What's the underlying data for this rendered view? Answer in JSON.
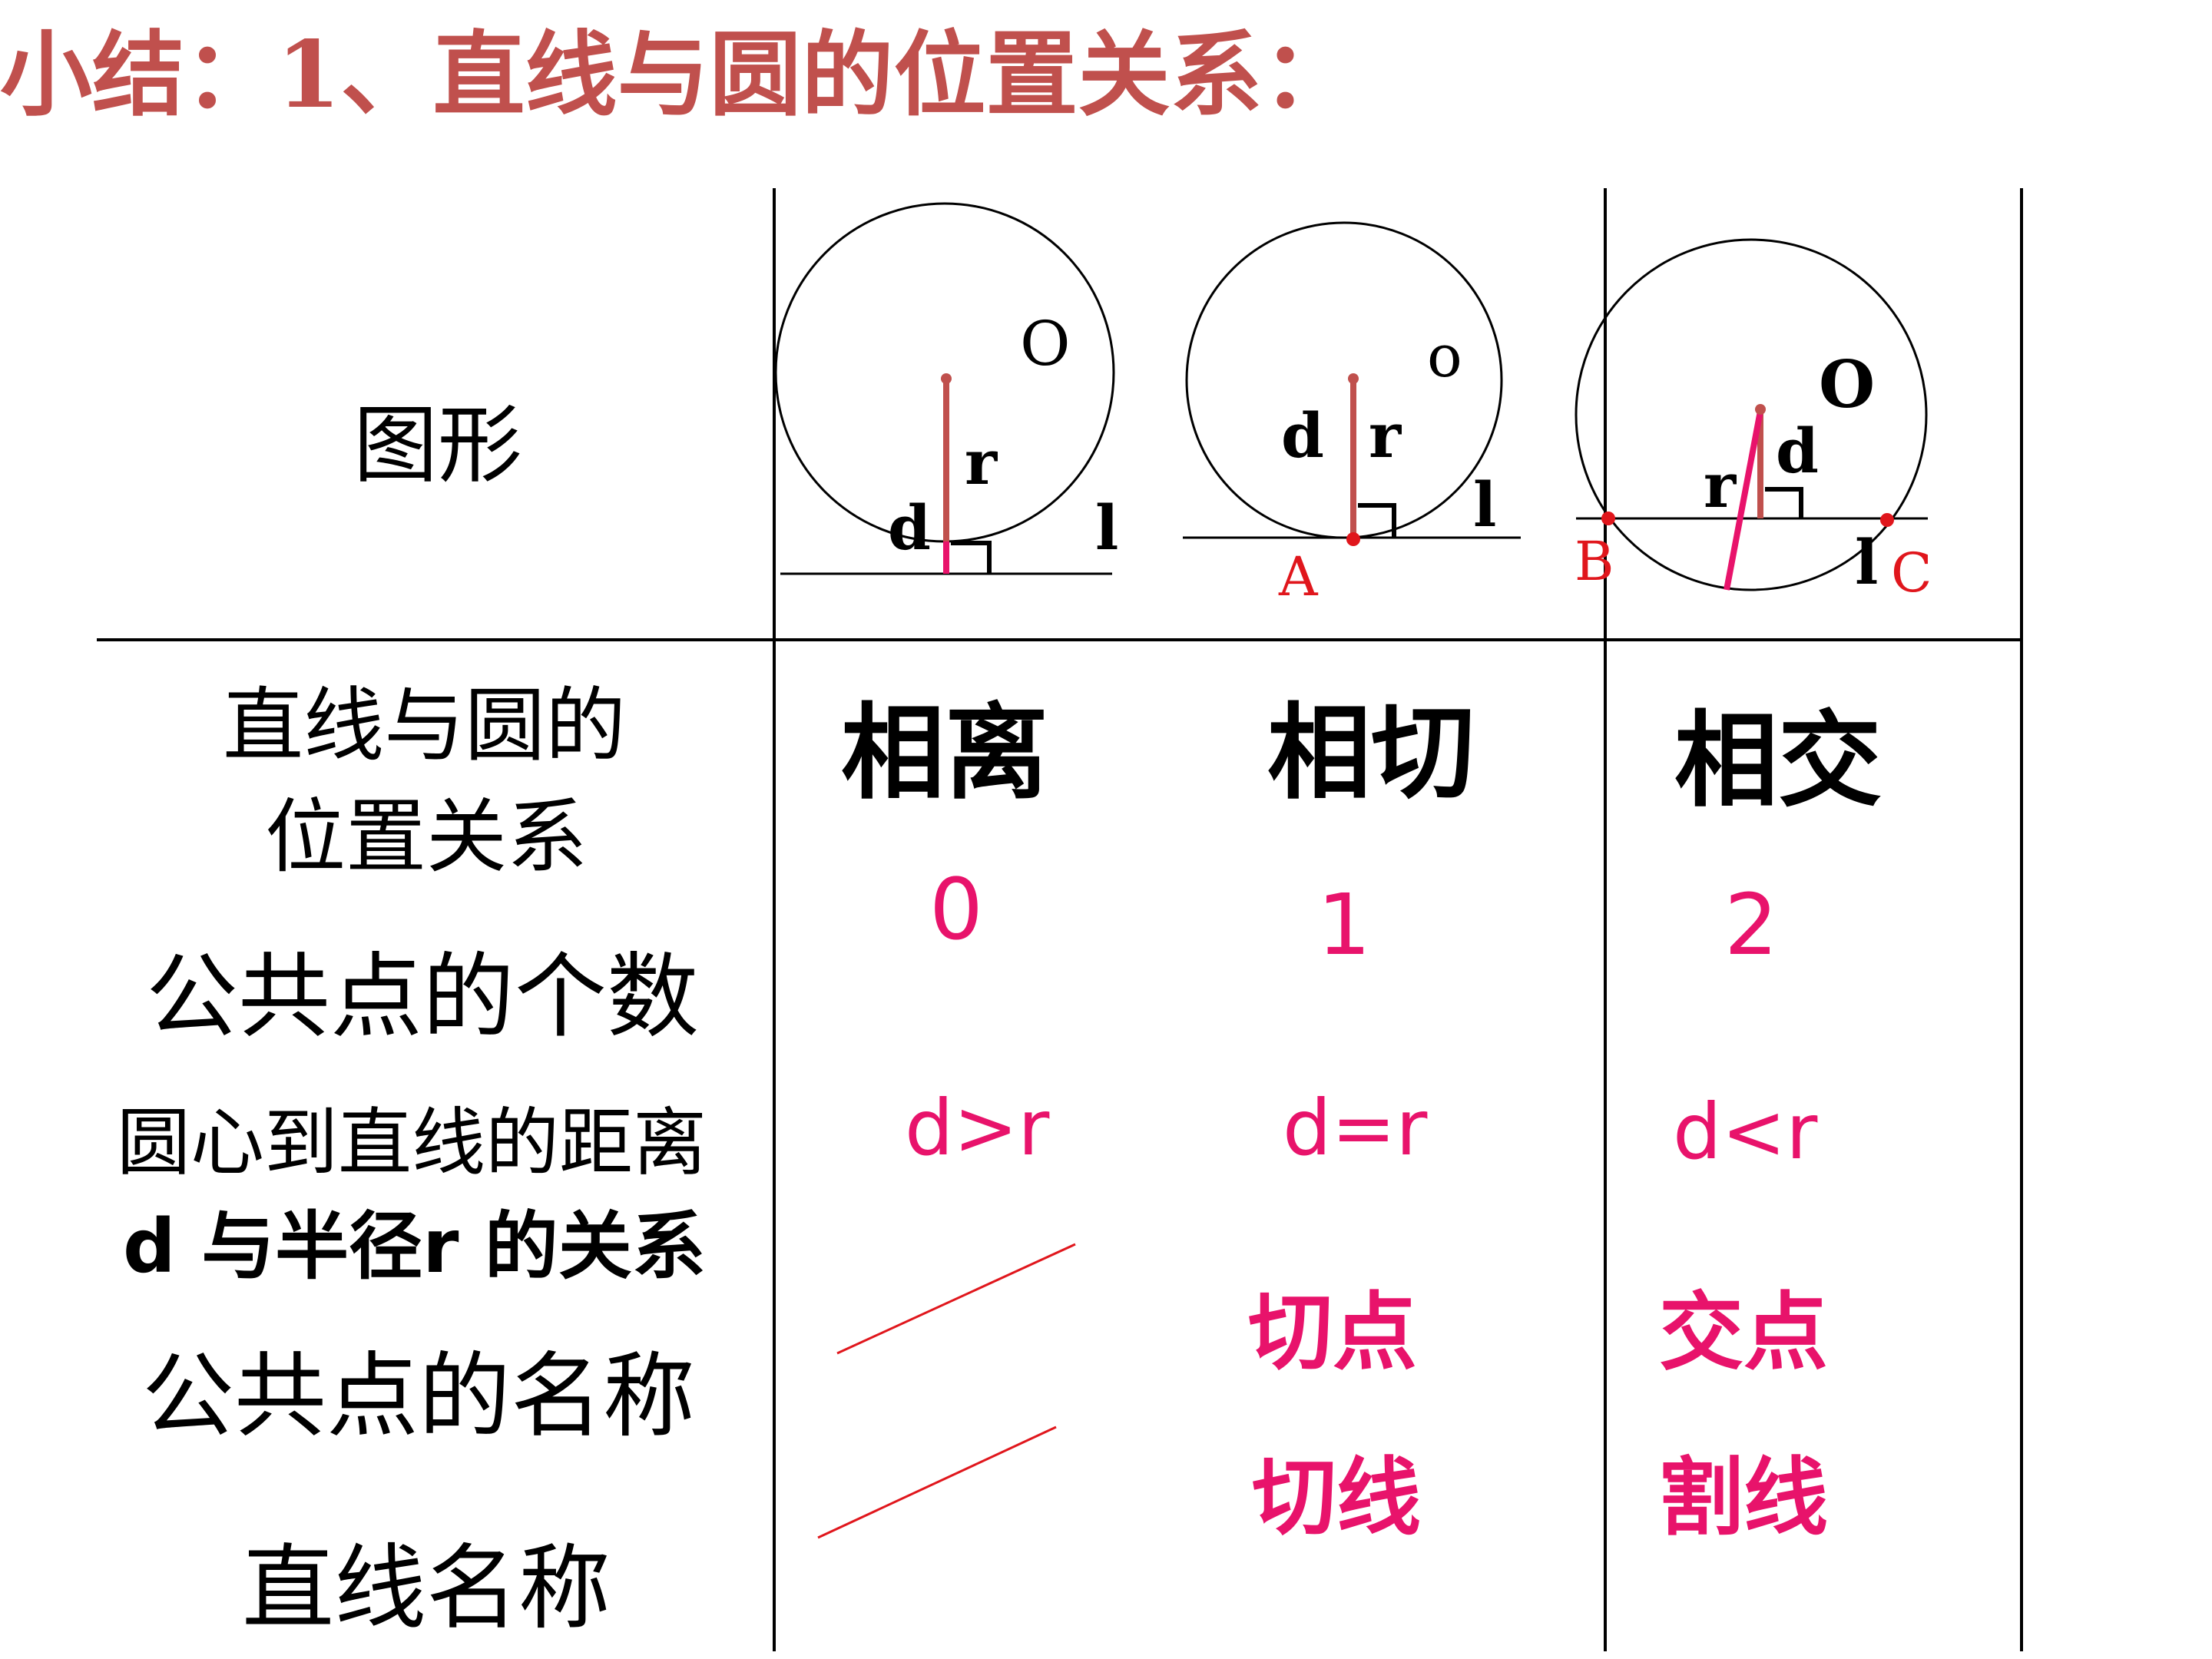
{
  "title": "小结：1、直线与圆的位置关系：",
  "rows": {
    "figure": "图形",
    "relation_line1": "直线与圆的",
    "relation_line2": "位置关系",
    "count": "公共点的个数",
    "distance_line1": "圆心到直线的距离",
    "distance_line2": "d 与半径r 的关系",
    "point_name": "公共点的名称",
    "line_name": "直线名称"
  },
  "columns": [
    {
      "relation": "相离",
      "count": "0",
      "distance": "d>r",
      "point_name": "",
      "line_name": "",
      "fig": {
        "center": "O",
        "radius": "r",
        "dist": "d",
        "line": "l"
      }
    },
    {
      "relation": "相切",
      "count": "1",
      "distance": "d=r",
      "point_name": "切点",
      "line_name": "切线",
      "fig": {
        "center": "o",
        "radius": "r",
        "dist": "d",
        "line": "l",
        "point_a": "A"
      }
    },
    {
      "relation": "相交",
      "count": "2",
      "distance": "d<r",
      "point_name": "交点",
      "line_name": "割线",
      "fig": {
        "center": "O",
        "radius": "r",
        "dist": "d",
        "line": "l",
        "point_b": "B",
        "point_c": "C"
      }
    }
  ],
  "colors": {
    "title": "#c0504d",
    "accent": "#e8136b",
    "radius_line": "#c0504d",
    "strike": "#e0161c"
  }
}
